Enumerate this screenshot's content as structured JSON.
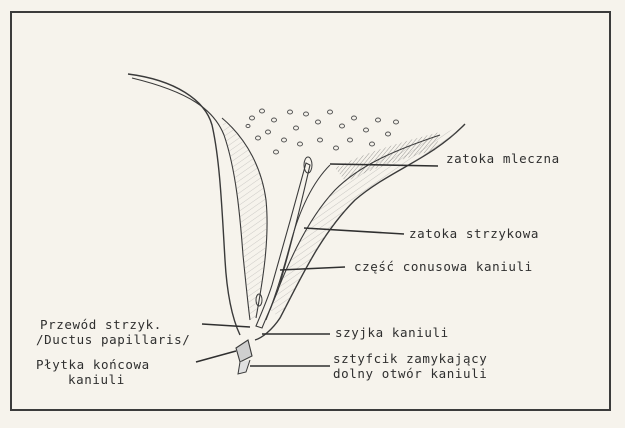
{
  "labels": {
    "zatoka_mleczna": "zatoka mleczna",
    "zatoka_strzykowa": "zatoka strzykowa",
    "czesc_konusowa": "część conusowa kaniuli",
    "przewod_line1": "Przewód strzyk.",
    "przewod_line2": "/Ductus papillaris/",
    "szyjka": "szyjka kaniuli",
    "plytka_line1": "Płytka końcowa",
    "plytka_line2": "kaniuli",
    "sztyfcik_line1": "sztyfcik zamykający",
    "sztyfcik_line2": "dolny otwór kaniuli"
  },
  "colors": {
    "ink": "#3a3a3a",
    "paper": "#f6f3ec",
    "hatch": "#7a7a7a"
  }
}
